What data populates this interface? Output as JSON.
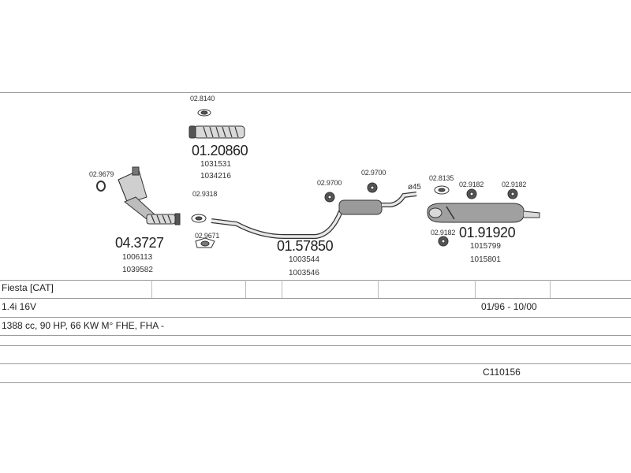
{
  "diagram": {
    "parts": [
      {
        "code": "02.8140"
      },
      {
        "code": "01.20860",
        "refs": [
          "1031531",
          "1034216"
        ]
      },
      {
        "code": "02.9679"
      },
      {
        "code": "02.9318"
      },
      {
        "code": "02.9671"
      },
      {
        "code": "04.3727",
        "refs": [
          "1006113",
          "1039582"
        ]
      },
      {
        "code": "02.9700"
      },
      {
        "code": "02.9700"
      },
      {
        "code": "01.57850",
        "refs": [
          "1003544",
          "1003546"
        ]
      },
      {
        "code": "02.8135"
      },
      {
        "code": "02.9182"
      },
      {
        "code": "02.9182"
      },
      {
        "code": "02.9182"
      },
      {
        "code": "01.91920",
        "refs": [
          "1015799",
          "1015801"
        ]
      }
    ],
    "pipe_diameter": "ø45"
  },
  "table": {
    "model": "Fiesta  [CAT]",
    "engine": "1.4i 16V",
    "period": "01/96 - 10/00",
    "specs": "1388 cc, 90 HP, 66 KW M° FHE, FHA -",
    "catalog_code": "C110156"
  }
}
